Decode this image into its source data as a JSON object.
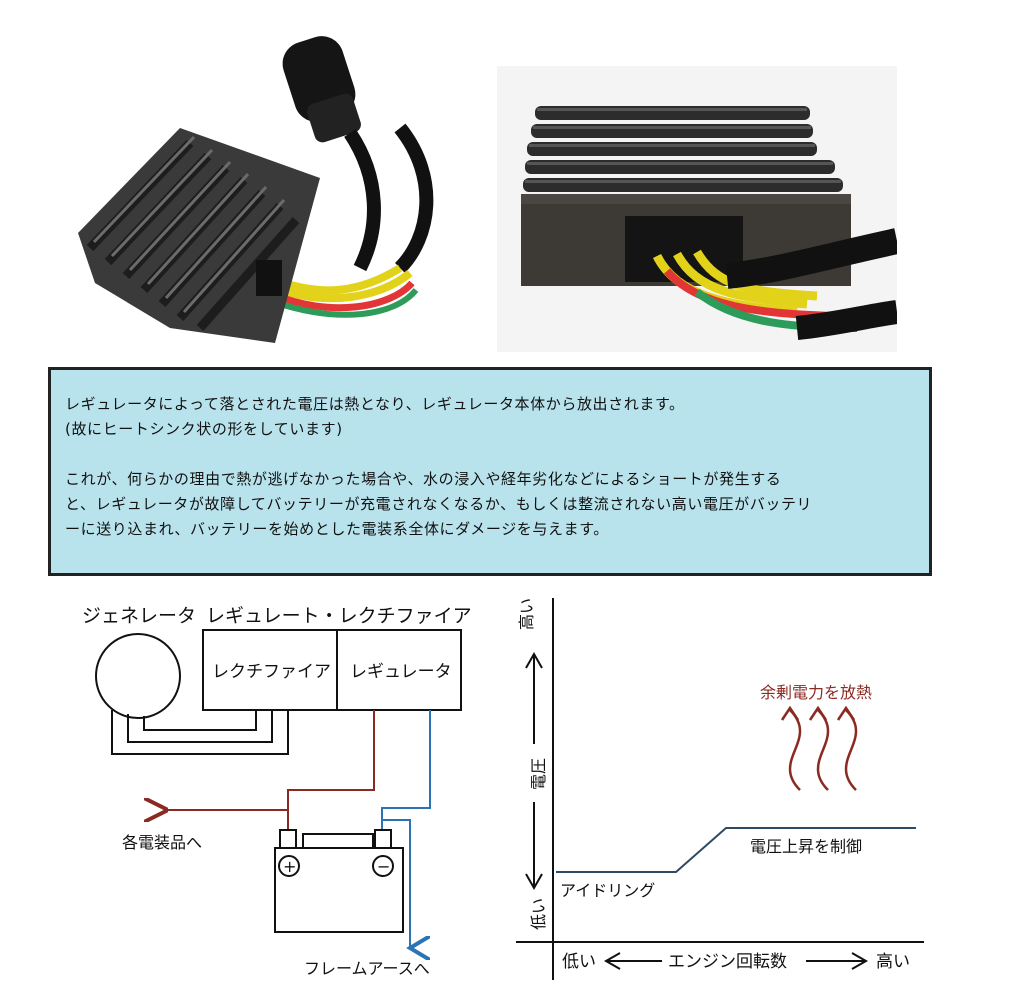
{
  "info": {
    "line1": "レギュレータによって落とされた電圧は熱となり、レギュレータ本体から放出されます。",
    "line2": "(故にヒートシンク状の形をしています)",
    "line3": "これが、何らかの理由で熱が逃げなかった場合や、水の浸入や経年劣化などによるショートが発生する",
    "line4": "と、レギュレータが故障してバッテリーが充電されなくなるか、もしくは整流されない高い電圧がバッテリ",
    "line5": "ーに送り込まれ、バッテリーを始めとした電装系全体にダメージを与えます。"
  },
  "circuit": {
    "generator": "ジェネレータ",
    "unit": "レギュレート・レクチファイア",
    "rectifier": "レクチファイア",
    "regulator": "レギュレータ",
    "to_equipment": "各電装品へ",
    "to_frame": "フレームアースへ",
    "battery_plus": "+",
    "battery_minus": "−"
  },
  "graph": {
    "y_high": "高い",
    "y_label": "電圧",
    "y_low": "低い",
    "x_low": "低い",
    "x_label": "エンジン回転数",
    "x_high": "高い",
    "heat_label": "余剰電力を放熱",
    "idle_label": "アイドリング",
    "limit_label": "電圧上昇を制御"
  },
  "colors": {
    "info_bg": "#b9e3ec",
    "positive_wire": "#8b2a22",
    "ground_wire": "#2a74b5",
    "graph_line": "#2f4a63",
    "heat": "#8b2a22"
  }
}
